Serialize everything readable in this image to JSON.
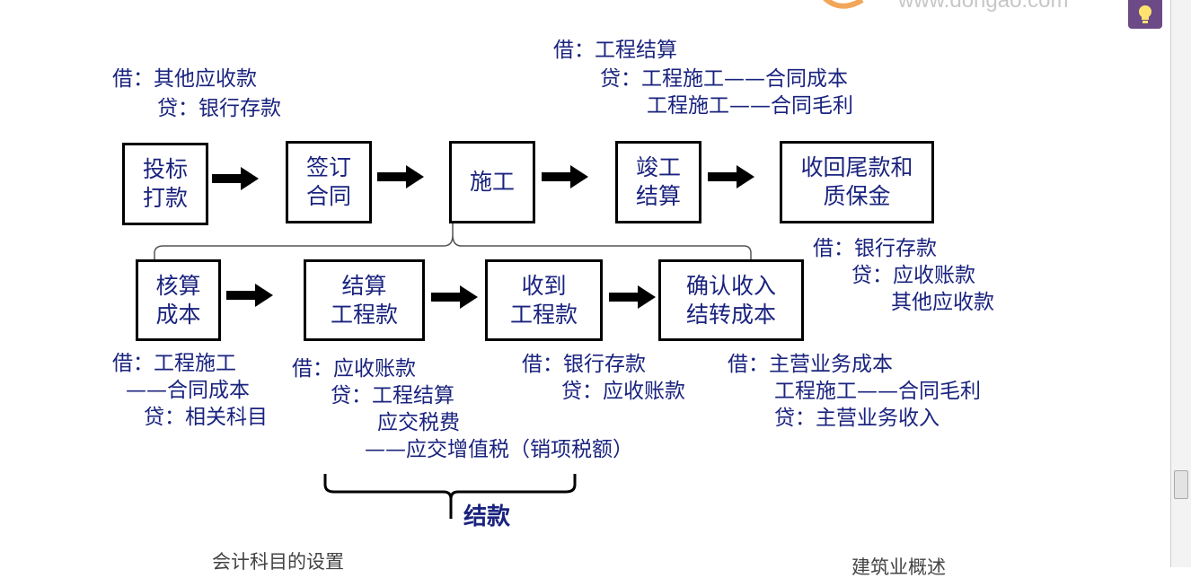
{
  "logo": {
    "url_text": "www.dongao.com"
  },
  "top_steps": [
    {
      "label_line1": "投标",
      "label_line2": "打款"
    },
    {
      "label_line1": "签订",
      "label_line2": "合同"
    },
    {
      "label_line1": "施工",
      "label_line2": ""
    },
    {
      "label_line1": "竣工",
      "label_line2": "结算"
    },
    {
      "label_line1": "收回尾款和",
      "label_line2": "质保金"
    }
  ],
  "bottom_steps": [
    {
      "label_line1": "核算",
      "label_line2": "成本"
    },
    {
      "label_line1": "结算",
      "label_line2": "工程款"
    },
    {
      "label_line1": "收到",
      "label_line2": "工程款"
    },
    {
      "label_line1": "确认收入",
      "label_line2": "结转成本"
    }
  ],
  "entries": {
    "bid": {
      "line1": "借：其他应收款",
      "line2": "贷：银行存款"
    },
    "completion": {
      "line1": "借：工程结算",
      "line2": "贷：工程施工——合同成本",
      "line3": "工程施工——合同毛利"
    },
    "collect_final": {
      "line1": "借：银行存款",
      "line2": "贷：应收账款",
      "line3": "其他应收款"
    },
    "cost": {
      "line1": "借：工程施工",
      "line2": "——合同成本",
      "line3": "贷：相关科目"
    },
    "bill": {
      "line1": "借：应收账款",
      "line2": "贷：工程结算",
      "line3": "应交税费",
      "line4": "——应交增值税（销项税额）"
    },
    "receive": {
      "line1": "借：银行存款",
      "line2": "贷：应收账款"
    },
    "revenue": {
      "line1": "借：主营业务成本",
      "line2": "工程施工——合同毛利",
      "line3": "贷：主营业务收入"
    }
  },
  "brace_label": "结款",
  "footer": {
    "left": "会计科目的设置",
    "right": "建筑业概述"
  },
  "colors": {
    "text": "#1a237e",
    "box_border": "#000000",
    "arrow": "#000000",
    "bulb_bg": "#6b4a86"
  }
}
